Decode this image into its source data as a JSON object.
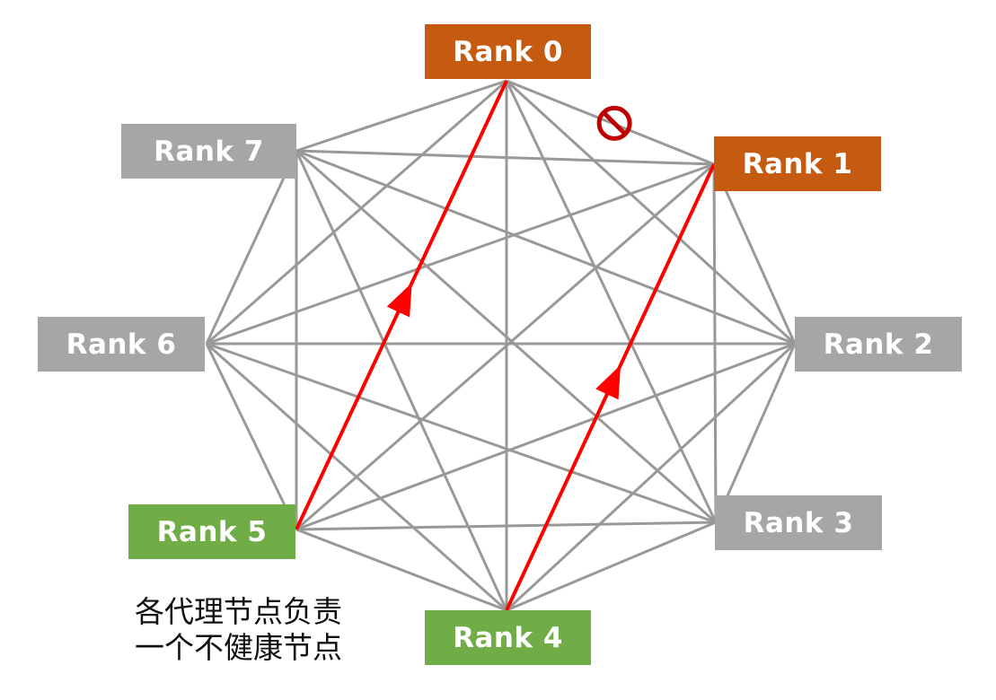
{
  "colors": {
    "edge": "#999999",
    "highlight_edge": "#ff0000",
    "status_proxy": "#c55a11",
    "status_healthy_responsible": "#70ad47",
    "status_unhealthy": "#a6a6a6",
    "blocked_symbol": "#c00000"
  },
  "nodes": [
    {
      "id": "rank-0",
      "label": "Rank 0",
      "status": "proxy"
    },
    {
      "id": "rank-1",
      "label": "Rank 1",
      "status": "proxy"
    },
    {
      "id": "rank-2",
      "label": "Rank 2",
      "status": "unhealthy"
    },
    {
      "id": "rank-3",
      "label": "Rank 3",
      "status": "unhealthy"
    },
    {
      "id": "rank-4",
      "label": "Rank 4",
      "status": "healthy_responsible"
    },
    {
      "id": "rank-5",
      "label": "Rank 5",
      "status": "healthy_responsible"
    },
    {
      "id": "rank-6",
      "label": "Rank 6",
      "status": "unhealthy"
    },
    {
      "id": "rank-7",
      "label": "Rank 7",
      "status": "unhealthy"
    }
  ],
  "edges": {
    "topology": "full-mesh",
    "blocked": [
      [
        "rank-0",
        "rank-1"
      ]
    ],
    "highlighted": [
      {
        "from": "rank-5",
        "to": "rank-0",
        "arrow": "mid"
      },
      {
        "from": "rank-4",
        "to": "rank-1",
        "arrow": "mid"
      }
    ]
  },
  "caption": {
    "line1": "各代理节点负责",
    "line2": "一个不健康节点"
  }
}
